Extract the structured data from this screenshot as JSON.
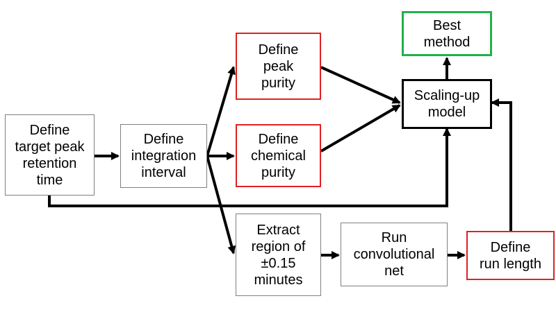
{
  "nodes": {
    "define_target": {
      "text": "Define\ntarget peak\nretention\ntime"
    },
    "define_integration": {
      "text": "Define\nintegration\ninterval"
    },
    "define_peak_purity": {
      "text": "Define\npeak\npurity"
    },
    "define_chemical_purity": {
      "text": "Define\nchemical\npurity"
    },
    "extract_region": {
      "text": "Extract\nregion of\n±0.15\nminutes"
    },
    "run_convnet": {
      "text": "Run\nconvolutional\nnet"
    },
    "define_run_length": {
      "text": "Define\nrun length"
    },
    "scaling_up_model": {
      "text": "Scaling-up\nmodel"
    },
    "best_method": {
      "text": "Best\nmethod"
    }
  },
  "colors": {
    "red_border": "#e02020",
    "green_border": "#22b04c",
    "black_border": "#000000",
    "gray_border": "#7f7f7f",
    "arrow": "#000000"
  }
}
